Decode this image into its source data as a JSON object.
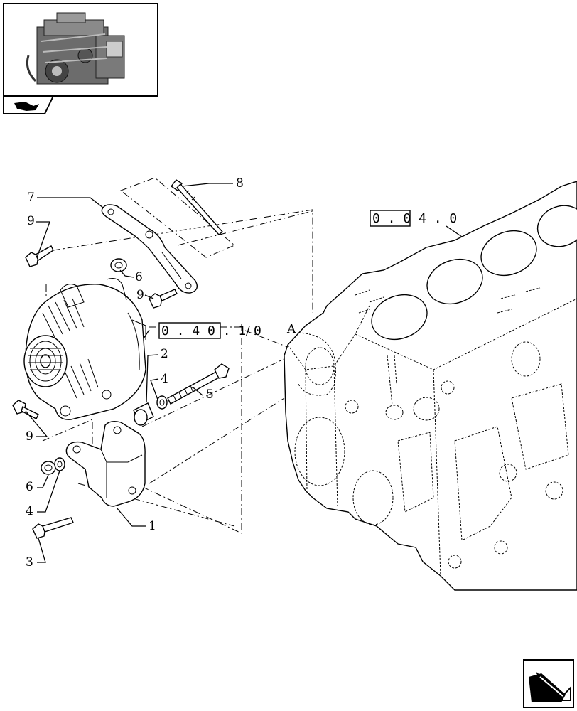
{
  "callouts": {
    "c1": "1",
    "c2": "2",
    "c3": "3",
    "c4a": "4",
    "c4b": "4",
    "c5": "5",
    "c6a": "6",
    "c6b": "6",
    "c7": "7",
    "c8": "8",
    "c9a": "9",
    "c9b": "9",
    "c9c": "9",
    "point_a": "A"
  },
  "refs": {
    "engine_block": "0.04.0",
    "engine_block_display": "0 . 0 4 . 0",
    "alternator": "0.40.10",
    "alternator_display": "0 . 4 0 . 1 0"
  },
  "icons": [
    "engine-thumbnail-icon",
    "book-icon",
    "next-page-arrow-icon"
  ]
}
